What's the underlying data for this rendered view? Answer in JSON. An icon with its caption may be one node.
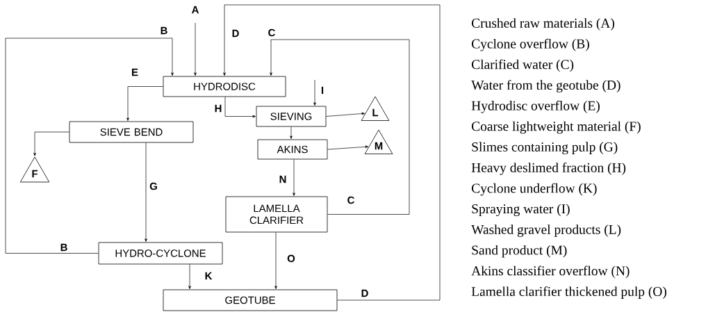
{
  "diagram": {
    "nodes": [
      {
        "text": [
          "HYDRODISC"
        ]
      },
      {
        "text": [
          "SIEVING"
        ]
      },
      {
        "text": [
          "L"
        ]
      },
      {
        "text": [
          "SIEVE BEND"
        ]
      },
      {
        "text": [
          "AKINS"
        ]
      },
      {
        "text": [
          "M"
        ]
      },
      {
        "text": [
          "F"
        ]
      },
      {
        "text": [
          "LAMELLA CLARIFIER"
        ]
      },
      {
        "text": [
          "HYDRO-CYCLONE"
        ]
      },
      {
        "text": [
          "GEOTUBE"
        ]
      }
    ],
    "edges": [
      {
        "from": null,
        "to": 0,
        "arrow": "to",
        "label": "A"
      },
      {
        "from": 8,
        "to": 0,
        "arrow": "to",
        "label": "B"
      },
      {
        "from": 9,
        "to": 0,
        "arrow": "to",
        "label": "D"
      },
      {
        "from": 7,
        "to": 0,
        "arrow": "to",
        "label": "C"
      },
      {
        "from": 0,
        "to": 3,
        "arrow": "to",
        "label": "E"
      },
      {
        "from": 0,
        "to": 1,
        "arrow": "to",
        "label": "H"
      },
      {
        "from": null,
        "to": 1,
        "arrow": "to",
        "label": "I"
      },
      {
        "from": 1,
        "to": 2,
        "arrow": "to"
      },
      {
        "from": 1,
        "to": 4,
        "arrow": "to"
      },
      {
        "from": 4,
        "to": 5,
        "arrow": "to"
      },
      {
        "from": 3,
        "to": 6,
        "arrow": "to"
      },
      {
        "from": 3,
        "to": 8,
        "arrow": "to",
        "label": "G"
      },
      {
        "from": 4,
        "to": 7,
        "arrow": "to",
        "label": "N"
      },
      {
        "from": 8,
        "to": 9,
        "arrow": "to",
        "label": "K"
      },
      {
        "from": 7,
        "to": 9,
        "arrow": "to",
        "label": "O"
      }
    ],
    "labels": [
      "C",
      "B",
      "D",
      "Crushed raw materials (A)",
      "Cyclone overflow (B)",
      "Clarified water (C)",
      "Water from the geotube (D)",
      "Hydrodisc overflow (E)",
      "Coarse lightweight material (F)",
      "Slimes containing pulp (G)",
      "Heavy deslimed fraction (H)",
      "Cyclone underflow (K)",
      "Spraying water (I)",
      "Washed gravel products (L)",
      "Sand product (M)",
      "Akins classifier overflow (N)",
      "Lamella clarifier thickened pulp (O)"
    ]
  }
}
